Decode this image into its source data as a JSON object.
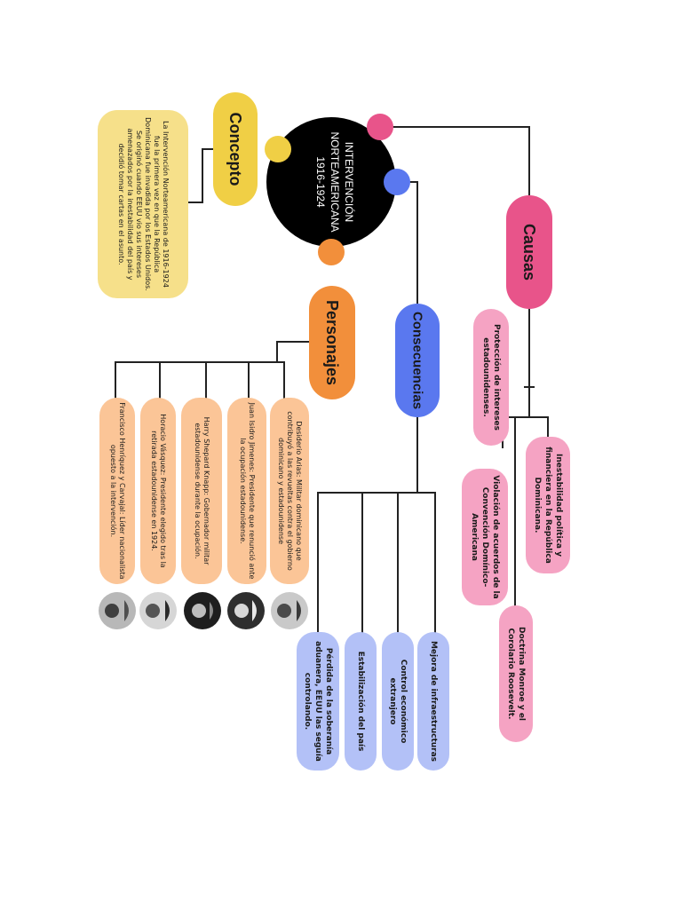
{
  "center": {
    "title_line1": "INTERVENCIÓN",
    "title_line2": "NORTEAMERICANA",
    "years": "1916-1924"
  },
  "concepto": {
    "label": "Concepto",
    "text": "La Intervención Norteamericana de 1916-1924 fue la primera vez en que la República Dominicana fue invadida por los Estados Unidos. Se originó cuando EEUU vio sus intereses amenazados por la inestabilidad del país y decidió tomar cartas en el asunto."
  },
  "causas": {
    "label": "Causas",
    "items": [
      "Protección de intereses estadounidenses.",
      "Inestabilidad política y financiera en la República Dominicana.",
      "Violación de acuerdos de la Convención Domínico-Americana",
      "Doctrina Monroe y el Corolario Roosevelt."
    ]
  },
  "consecuencias": {
    "label": "Consecuencias",
    "items": [
      "Mejora de infraestructuras",
      "Control económico extranjero",
      "Estabilización del país",
      "Pérdida de la soberanía aduanera, EEUU las seguía controlando."
    ]
  },
  "personajes": {
    "label": "Personajes",
    "items": [
      "Desiderio Arias: Militar dominicano que contribuyó a las revueltas contra el gobierno dominicano y estadounidense",
      "Juan Isidro Jimenes: Presidente que renunció ante la ocupación estadounidense.",
      "Harry Shepard Knapp: Gobernador militar estadounidense durante la ocupación.",
      "Horacio Vásquez: Presidente elegido tras la retirada estadounidense en 1924.",
      "Francisco Henríquez y Carvajal: Líder nacionalista opuesto a la intervención."
    ]
  },
  "colors": {
    "yellow": "#f0cf45",
    "yellow_light": "#f6e08a",
    "pink": "#e8548a",
    "pink_light": "#f5a3c3",
    "blue": "#5a78ef",
    "blue_light": "#b3c1f7",
    "orange": "#f28f3b",
    "orange_light": "#fbc597",
    "center": "#000000",
    "line": "#222222"
  }
}
